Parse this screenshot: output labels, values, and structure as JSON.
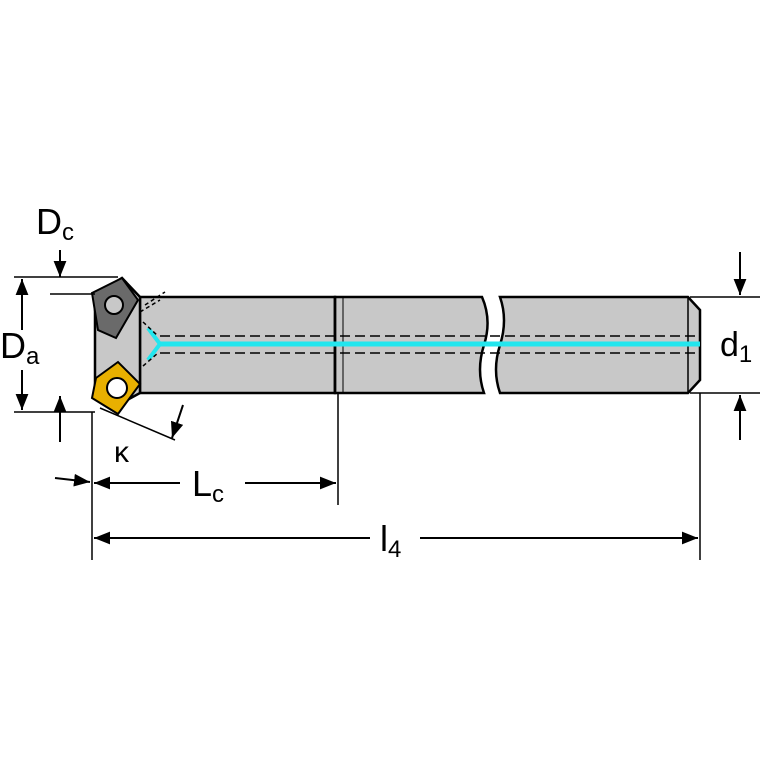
{
  "labels": {
    "dc_main": "D",
    "dc_sub": "c",
    "da_main": "D",
    "da_sub": "a",
    "d1_main": "d",
    "d1_sub": "1",
    "kappa": "κ",
    "lc_main": "L",
    "lc_sub": "c",
    "l4_main": "l",
    "l4_sub": "4"
  },
  "colors": {
    "body": "#c8c8c8",
    "outline": "#000000",
    "coolant": "#22e6ee",
    "insert": "#e8b000",
    "background": "#ffffff"
  }
}
